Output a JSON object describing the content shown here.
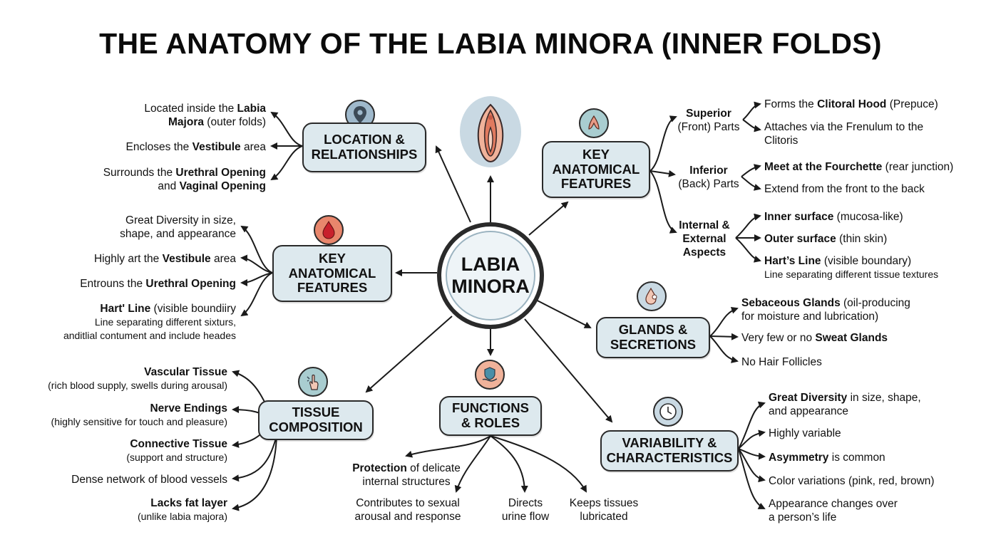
{
  "title": "THE ANATOMY OF THE LABIA MINORA (INNER FOLDS)",
  "center": {
    "line1": "LABIA",
    "line2": "MINORA"
  },
  "nodes": {
    "location": {
      "line1": "LOCATION &",
      "line2": "RELATIONSHIPS"
    },
    "features_left": {
      "line1": "KEY",
      "line2": "ANATOMICAL",
      "line3": "FEATURES"
    },
    "features_right": {
      "line1": "KEY",
      "line2": "ANATOMICAL",
      "line3": "FEATURES"
    },
    "glands": {
      "line1": "GLANDS &",
      "line2": "SECRETIONS"
    },
    "variability": {
      "line1": "VARIABILITY &",
      "line2": "CHARACTERISTICS"
    },
    "functions": {
      "line1": "FUNCTIONS",
      "line2": "& ROLES"
    },
    "tissue": {
      "line1": "TISSUE",
      "line2": "COMPOSITION"
    }
  },
  "location_items": {
    "i1a": "Located inside the ",
    "i1b": "Labia",
    "i1c": "Majora",
    "i1d": " (outer folds)",
    "i2a": "Encloses the ",
    "i2b": "Vestibule",
    "i2c": " area",
    "i3a": "Surrounds the ",
    "i3b": "Urethral Opening",
    "i3c": "and ",
    "i3d": "Vaginal Opening"
  },
  "left_feature_items": {
    "i1a": "Great Diversity in size,",
    "i1b": "shape, and appearance",
    "i2a": "Highly art the ",
    "i2b": "Vestibule",
    "i2c": " area",
    "i3a": "Entrouns the ",
    "i3b": "Urethral Opening",
    "i4a": "Hart' Line",
    "i4b": " (visible boundiiry",
    "i4c": "Line separating different sixturs,",
    "i4d": "anditlial contument and include heades"
  },
  "tissue_items": {
    "i1a": "Vascular Tissue",
    "i1b": "(rich blood supply, swells during arousal)",
    "i2a": "Nerve Endings",
    "i2b": "(highly sensitive for touch and pleasure)",
    "i3a": "Connective Tissue",
    "i3b": "(support and structure)",
    "i4": "Dense network of blood vessels",
    "i5a": "Lacks fat layer",
    "i5b": "(unlike labia majora)"
  },
  "function_items": {
    "i1a": "Protection",
    "i1b": " of delicate",
    "i1c": "internal structures",
    "i2a": "Contributes to sexual",
    "i2b": "arousal and response",
    "i3a": "Directs",
    "i3b": "urine flow",
    "i4a": "Keeps tissues",
    "i4b": "lubricated"
  },
  "right_feature_items": {
    "sup_a": "Superior",
    "sup_b": "(Front) Parts",
    "inf_a": "Inferior",
    "inf_b": "(Back) Parts",
    "ie_a": "Internal &",
    "ie_b": "External",
    "ie_c": "Aspects",
    "s1a": "Forms the ",
    "s1b": "Clitoral Hood",
    "s1c": " (Prepuce)",
    "s2a": "Attaches via the Frenulum to the",
    "s2b": "Clitoris",
    "f1a": "Meet at the Fourchette",
    "f1b": " (rear junction)",
    "f2": "Extend from the front to the back",
    "a1a": "Inner surface",
    "a1b": " (mucosa-like)",
    "a2a": "Outer surface",
    "a2b": " (thin skin)",
    "a3a": "Hart’s Line",
    "a3b": " (visible boundary)",
    "a3c": "Line separating different tissue textures"
  },
  "gland_items": {
    "i1a": "Sebaceous Glands",
    "i1b": " (oil-producing",
    "i1c": "for moisture and lubrication)",
    "i2a": "Very few or no ",
    "i2b": "Sweat Glands",
    "i3": "No Hair Follicles"
  },
  "variability_items": {
    "i1a": "Great Diversity",
    "i1b": " in size, shape,",
    "i1c": "and appearance",
    "i2": "Highly variable",
    "i3a": "Asymmetry",
    "i3b": " is common",
    "i4": "Color variations (pink, red, brown)",
    "i5a": "Appearance changes over",
    "i5b": "a person’s life"
  },
  "icons": {
    "top": "vulva-illustration-icon",
    "location": "location-pin-icon",
    "features_left": "droplet-icon",
    "features_right": "anatomy-icon",
    "glands": "gland-droplet-icon",
    "tissue": "touch-hand-icon",
    "functions": "shield-hand-icon",
    "variability": "clock-icon"
  },
  "colors": {
    "node_fill": "#dde9ee",
    "outline": "#2a2a2a",
    "icon_blue": "#9fb9cc",
    "icon_red": "#e07a5f",
    "icon_pink": "#f2c7b5",
    "icon_teal": "#a9cdd0"
  }
}
